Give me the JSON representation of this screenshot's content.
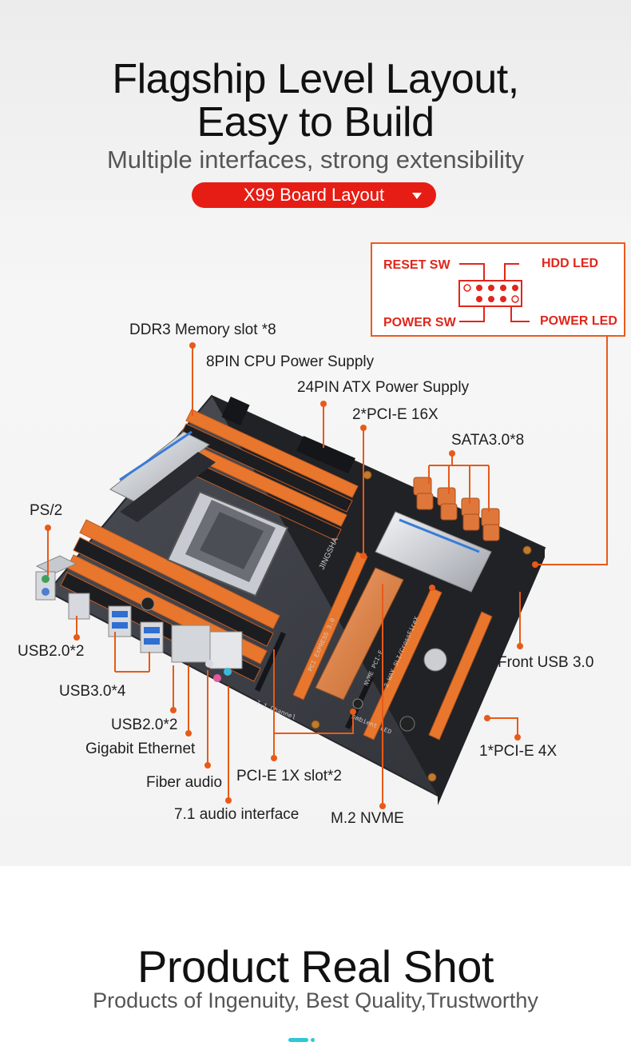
{
  "header": {
    "title_line1": "Flagship Level Layout,",
    "title_line2": "Easy to Build",
    "subtitle": "Multiple interfaces, strong extensibility",
    "dropdown_label": "X99 Board Layout"
  },
  "pin_diagram": {
    "reset_sw": "RESET SW",
    "hdd_led": "HDD  LED",
    "power_sw": "POWER SW",
    "power_led": "POWER LED"
  },
  "board_labels": {
    "ddr3": "DDR3 Memory slot *8",
    "cpu_power": "8PIN CPU Power Supply",
    "atx_power": "24PIN ATX Power Supply",
    "pcie16": "2*PCI-E 16X",
    "sata": "SATA3.0*8",
    "ps2": "PS/2",
    "usb20_a": "USB2.0*2",
    "usb30": "USB3.0*4",
    "usb20_b": "USB2.0*2",
    "ethernet": "Gigabit Ethernet",
    "fiber": "Fiber audio",
    "audio71": "7.1 audio interface",
    "pcie1": "PCI-E 1X slot*2",
    "m2": "M.2 NVME",
    "front_usb": "Front USB 3.0",
    "pcie4": "1*PCI-E 4X"
  },
  "board_printing": {
    "brand": "JINGSHA",
    "pcie3": "PCI EXPRESS 3.0",
    "nvme": "NVME PCI-E",
    "sli": "2 WAY SLI/CrossFireX",
    "audio_ch": "7.1 Channel",
    "led": "Ambient LED"
  },
  "footer": {
    "title": "Product Real Shot",
    "subtitle": "Products of Ingenuity, Best Quality,Trustworthy"
  },
  "colors": {
    "accent_red": "#e51d14",
    "callout_orange": "#ee5a1e",
    "pcb": "#3a3d44",
    "slot_orange": "#e8772d",
    "dash_cyan": "#2ec7d6"
  }
}
